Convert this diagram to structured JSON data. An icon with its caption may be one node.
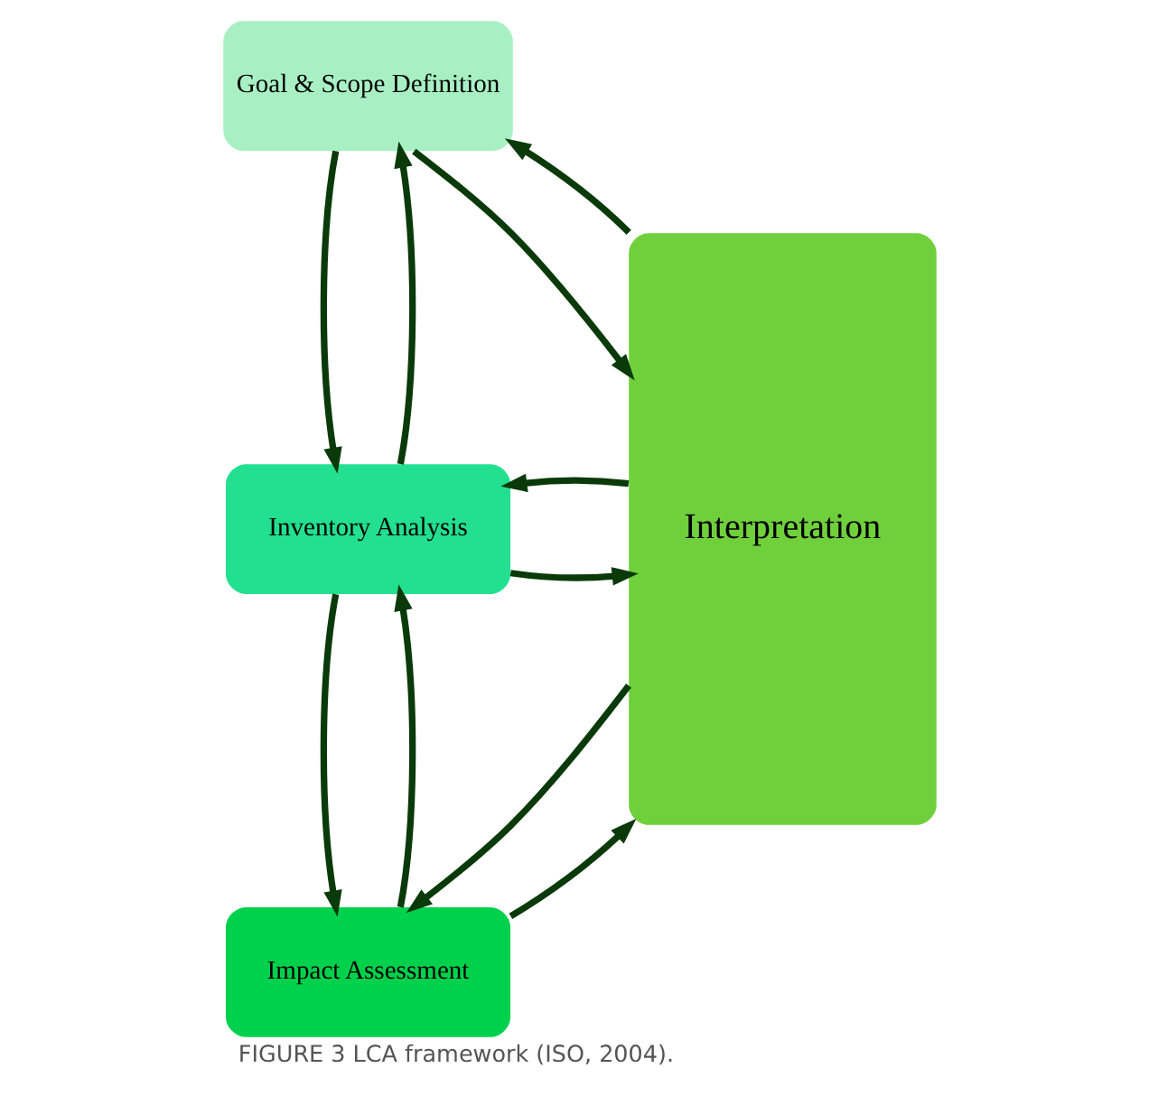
{
  "diagram": {
    "caption": "FIGURE 3 LCA framework (ISO, 2004).",
    "nodes": [
      {
        "text": [
          "Goal & Scope Definition"
        ]
      },
      {
        "text": [
          "Inventory Analysis"
        ]
      },
      {
        "text": [
          "Impact Assessment"
        ]
      },
      {
        "text": [
          "Interpretation"
        ]
      }
    ],
    "edges": [
      {
        "from": 0,
        "to": 3,
        "arrow": "to"
      },
      {
        "from": 3,
        "to": 0,
        "arrow": "to"
      },
      {
        "from": 1,
        "to": 0,
        "arrow": "to"
      },
      {
        "from": 0,
        "to": 1,
        "arrow": "to"
      },
      {
        "from": 1,
        "to": 3,
        "arrow": "to"
      },
      {
        "from": 3,
        "to": 1,
        "arrow": "to"
      },
      {
        "from": 2,
        "to": 1,
        "arrow": "to"
      },
      {
        "from": 1,
        "to": 2,
        "arrow": "to"
      },
      {
        "from": 2,
        "to": 3,
        "arrow": "to"
      },
      {
        "from": 3,
        "to": 2,
        "arrow": "to"
      }
    ]
  }
}
